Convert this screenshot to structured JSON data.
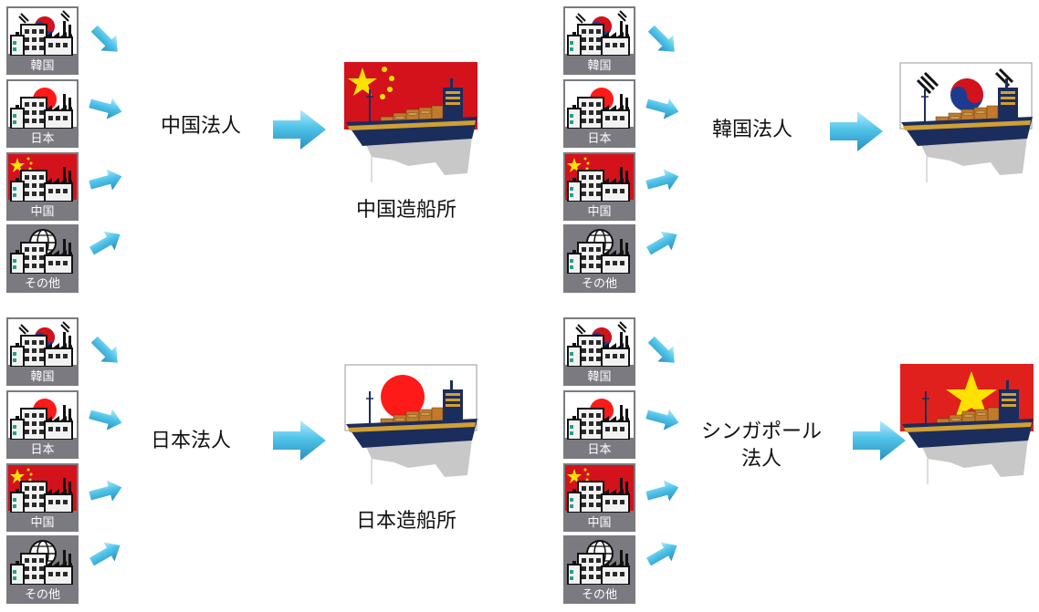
{
  "tiles": {
    "korea": "韓国",
    "japan": "日本",
    "china": "中国",
    "other": "その他"
  },
  "panels": [
    {
      "entity": "中国法人",
      "flag": "china",
      "shipyard": "中国造船所"
    },
    {
      "entity": "韓国法人",
      "flag": "korea",
      "shipyard": ""
    },
    {
      "entity": "日本法人",
      "flag": "japan",
      "shipyard": "日本造船所"
    },
    {
      "entity": "シンガポール\n法人",
      "flag": "vietnam",
      "shipyard": ""
    }
  ],
  "colors": {
    "tile_bg": "#7a7a80",
    "arrow_fill": "#4fc3e8",
    "china_red": "#d4121c",
    "star_yellow": "#ffe100",
    "japan_red": "#ff1a1a",
    "korea_blue": "#1d3b8f",
    "vietnam_red": "#e0201c",
    "hull_navy": "#1b2d5c",
    "hull_stripe": "#d2a032",
    "cargo": "#c27a2a"
  }
}
